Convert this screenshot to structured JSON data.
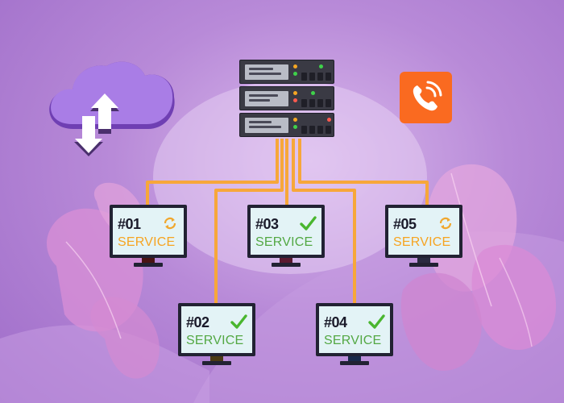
{
  "colors": {
    "background": "#b88ad8",
    "cable": "#f7a73a",
    "cloud": "#a97de6",
    "phone_button": "#fa6a20",
    "ok_check": "#49b62f",
    "pending_sync": "#f0a72e",
    "service_orange": "#f6a421",
    "service_green": "#53a843",
    "server": "#3a3a44",
    "monitor_frame": "#222233",
    "screen": "#e3f3f6"
  },
  "icons": {
    "cloud": "cloud-upload-download-icon",
    "phone": "phone-ringing-icon",
    "server": "server-rack-icon",
    "ok": "checkmark-icon",
    "pending": "sync-icon"
  },
  "monitors": [
    {
      "label": "#01",
      "service": "SERVICE",
      "status": "pending"
    },
    {
      "label": "#02",
      "service": "SERVICE",
      "status": "ok"
    },
    {
      "label": "#03",
      "service": "SERVICE",
      "status": "ok"
    },
    {
      "label": "#04",
      "service": "SERVICE",
      "status": "ok"
    },
    {
      "label": "#05",
      "service": "SERVICE",
      "status": "pending"
    }
  ]
}
